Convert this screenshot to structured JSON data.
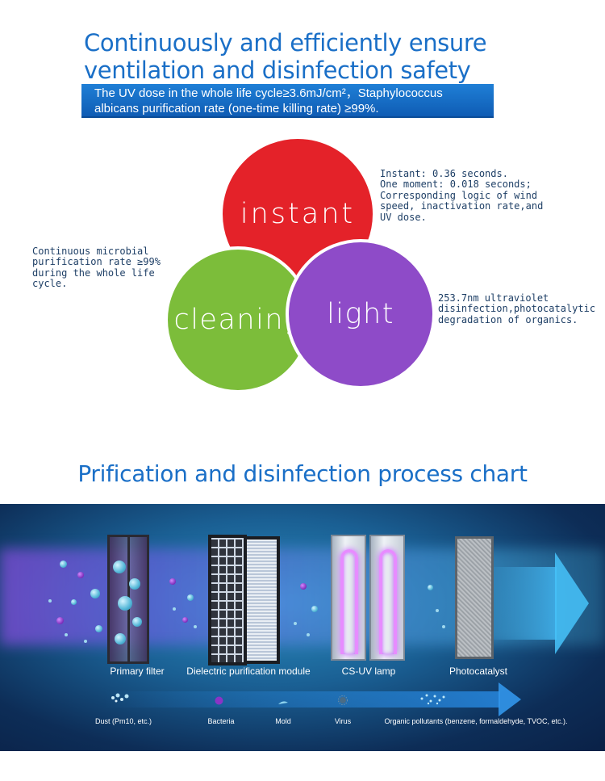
{
  "header": {
    "headline_line1": "Continuously and efficiently ensure",
    "headline_line2": "ventilation and disinfection safety",
    "banner_line1": "The UV dose in the whole life cycle≥3.6mJ/cm²，Staphylococcus",
    "banner_line2": "albicans purification rate (one-time killing rate) ≥99%."
  },
  "venn": {
    "instant": {
      "label": "instant",
      "note": "Instant: 0.36 seconds.\nOne moment: 0.018 seconds;\nCorresponding logic of wind\nspeed, inactivation rate,and\nUV dose.",
      "color": "#e42229"
    },
    "cleaning": {
      "label": "cleaning",
      "note": "Continuous microbial\npurification rate ≥99%\nduring the whole life cycle.",
      "color": "#7cbd3a"
    },
    "light": {
      "label": "light",
      "note": "253.7nm ultraviolet\ndisinfection,photocatalytic\ndegradation of organics.",
      "color": "#8e4bc8"
    }
  },
  "process": {
    "title": "Prification and disinfection process chart",
    "stages": [
      {
        "label": "Primary filter"
      },
      {
        "label": "Dielectric purification module"
      },
      {
        "label": "CS-UV lamp"
      },
      {
        "label": "Photocatalyst"
      }
    ],
    "legend": [
      {
        "label": "Dust (Pm10, etc.)",
        "icon": "dust-icon"
      },
      {
        "label": "Bacteria",
        "icon": "bacteria-icon"
      },
      {
        "label": "Mold",
        "icon": "mold-icon"
      },
      {
        "label": "Virus",
        "icon": "virus-icon"
      },
      {
        "label": "Organic pollutants (benzene, formaldehyde, TVOC, etc.).",
        "icon": "organic-pollutants-icon"
      }
    ],
    "colors": {
      "uv_glow": "#e78cff",
      "flow": "#46c3fa",
      "background": "#1a5f93"
    }
  }
}
